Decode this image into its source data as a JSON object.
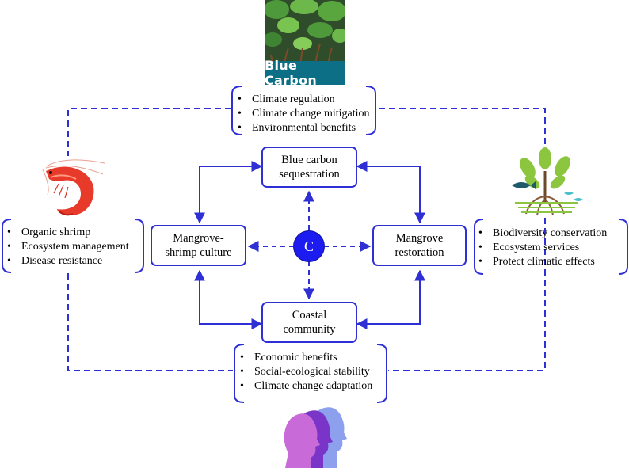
{
  "blue_carbon_label": "Blue Carbon",
  "center_label": "C",
  "nodes": {
    "sequestration": "Blue carbon\nsequestration",
    "shrimp_culture": "Mangrove-\nshrimp culture",
    "restoration": "Mangrove\nrestoration",
    "community": "Coastal\ncommunity"
  },
  "top_list": [
    "Climate regulation",
    "Climate change mitigation",
    "Environmental benefits"
  ],
  "left_list": [
    "Organic shrimp",
    "Ecosystem management",
    "Disease resistance"
  ],
  "right_list": [
    "Biodiversity conservation",
    "Ecosystem services",
    "Protect climatic effects"
  ],
  "bottom_list": [
    "Economic benefits",
    "Social-ecological stability",
    "Climate change adaptation"
  ],
  "colors": {
    "accent": "#2f2fd6",
    "center": "#1c1cf0",
    "blue_carbon_banner": "#0c6f86"
  },
  "icons": [
    "mangrove-photo",
    "shrimp-icon",
    "mangrove-plant-icon",
    "people-silhouette-icon"
  ]
}
